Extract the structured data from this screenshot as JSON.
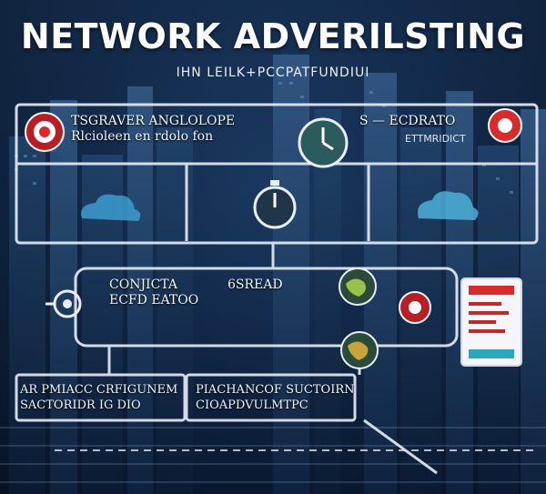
{
  "title": "NETWORK ADVERILSTING",
  "subtitle": "IHN LEILK+PCCPATFUNDIUI",
  "boxes": {
    "top_left_line1": "TSGRAVER  ANGLOLOPE",
    "top_left_line2": "Rlcioleen en rdolo    fon",
    "top_right_line1": "S  —  ECDRATO",
    "top_right_line2": "ETTMRIDICT",
    "middle_left_line1": "CONJICTA",
    "middle_left_line2": "ECFD EATOO",
    "middle_center": "6SREAD",
    "bottom_left_line1": "AR  PMIACC  CRFIGUNEM",
    "bottom_left_line2": "SACTORIDR IG  DIO",
    "bottom_right_line1": "PIACHANCOF SUCTOIRN",
    "bottom_right_line2": "CIOAPDVULMTPC"
  },
  "colors": {
    "accent_red": "#d92b2b",
    "line_white": "#e8eef7",
    "teal": "#2aa7b8"
  },
  "icons": [
    "target-icon",
    "clock-icon",
    "stopwatch-icon",
    "gear-icon",
    "globe-icon",
    "tablet-icon",
    "cloud-icon"
  ]
}
